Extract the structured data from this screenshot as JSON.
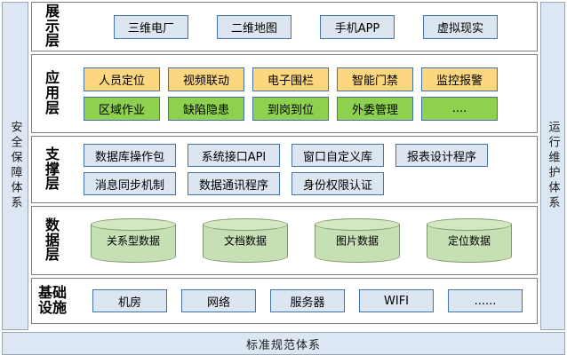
{
  "rails": {
    "left": "安全保障体系",
    "right": "运行维护体系"
  },
  "bottom_bar": {
    "label": "标准规范体系"
  },
  "layers": [
    {
      "key": "display",
      "label": "展示层",
      "rows": [
        {
          "nodes": [
            {
              "label": "三维电厂",
              "color": "blue"
            },
            {
              "label": "二维地图",
              "color": "blue"
            },
            {
              "label": "手机APP",
              "color": "blue"
            },
            {
              "label": "虚拟现实",
              "color": "blue"
            }
          ]
        }
      ]
    },
    {
      "key": "application",
      "label": "应用层",
      "rows": [
        {
          "nodes": [
            {
              "label": "人员定位",
              "color": "yellow"
            },
            {
              "label": "视频联动",
              "color": "yellow"
            },
            {
              "label": "电子围栏",
              "color": "yellow"
            },
            {
              "label": "智能门禁",
              "color": "yellow"
            },
            {
              "label": "监控报警",
              "color": "yellow"
            }
          ]
        },
        {
          "nodes": [
            {
              "label": "区域作业",
              "color": "green"
            },
            {
              "label": "缺陷隐患",
              "color": "green"
            },
            {
              "label": "到岗到位",
              "color": "green"
            },
            {
              "label": "外委管理",
              "color": "green"
            },
            {
              "label": "....",
              "color": "green"
            }
          ]
        }
      ]
    },
    {
      "key": "support",
      "label": "支撑层",
      "rows": [
        {
          "nodes": [
            {
              "label": "数据库操作包",
              "color": "blue"
            },
            {
              "label": "系统接口API",
              "color": "blue"
            },
            {
              "label": "窗口自定义库",
              "color": "blue"
            },
            {
              "label": "报表设计程序",
              "color": "blue"
            }
          ]
        },
        {
          "nodes": [
            {
              "label": "消息同步机制",
              "color": "blue"
            },
            {
              "label": "数据通讯程序",
              "color": "blue"
            },
            {
              "label": "身份权限认证",
              "color": "blue"
            }
          ]
        }
      ]
    },
    {
      "key": "data",
      "label": "数据层",
      "cylinders": [
        {
          "label": "关系型数据"
        },
        {
          "label": "文档数据"
        },
        {
          "label": "图片数据"
        },
        {
          "label": "定位数据"
        }
      ]
    },
    {
      "key": "infrastructure",
      "label": "基础设施",
      "rows": [
        {
          "nodes": [
            {
              "label": "机房",
              "color": "blue"
            },
            {
              "label": "网络",
              "color": "blue"
            },
            {
              "label": "服务器",
              "color": "blue"
            },
            {
              "label": "WIFI",
              "color": "blue"
            },
            {
              "label": "......",
              "color": "blue"
            }
          ]
        }
      ]
    }
  ],
  "colors": {
    "blue_fill": "#dce6f1",
    "blue_border": "#4472a8",
    "yellow_fill": "#fcd77f",
    "green_fill": "#8dd14f",
    "cylinder_fill": "#c6dfb4",
    "rail_fill": "#dde7f3",
    "layer_border": "#7f7f7f"
  }
}
